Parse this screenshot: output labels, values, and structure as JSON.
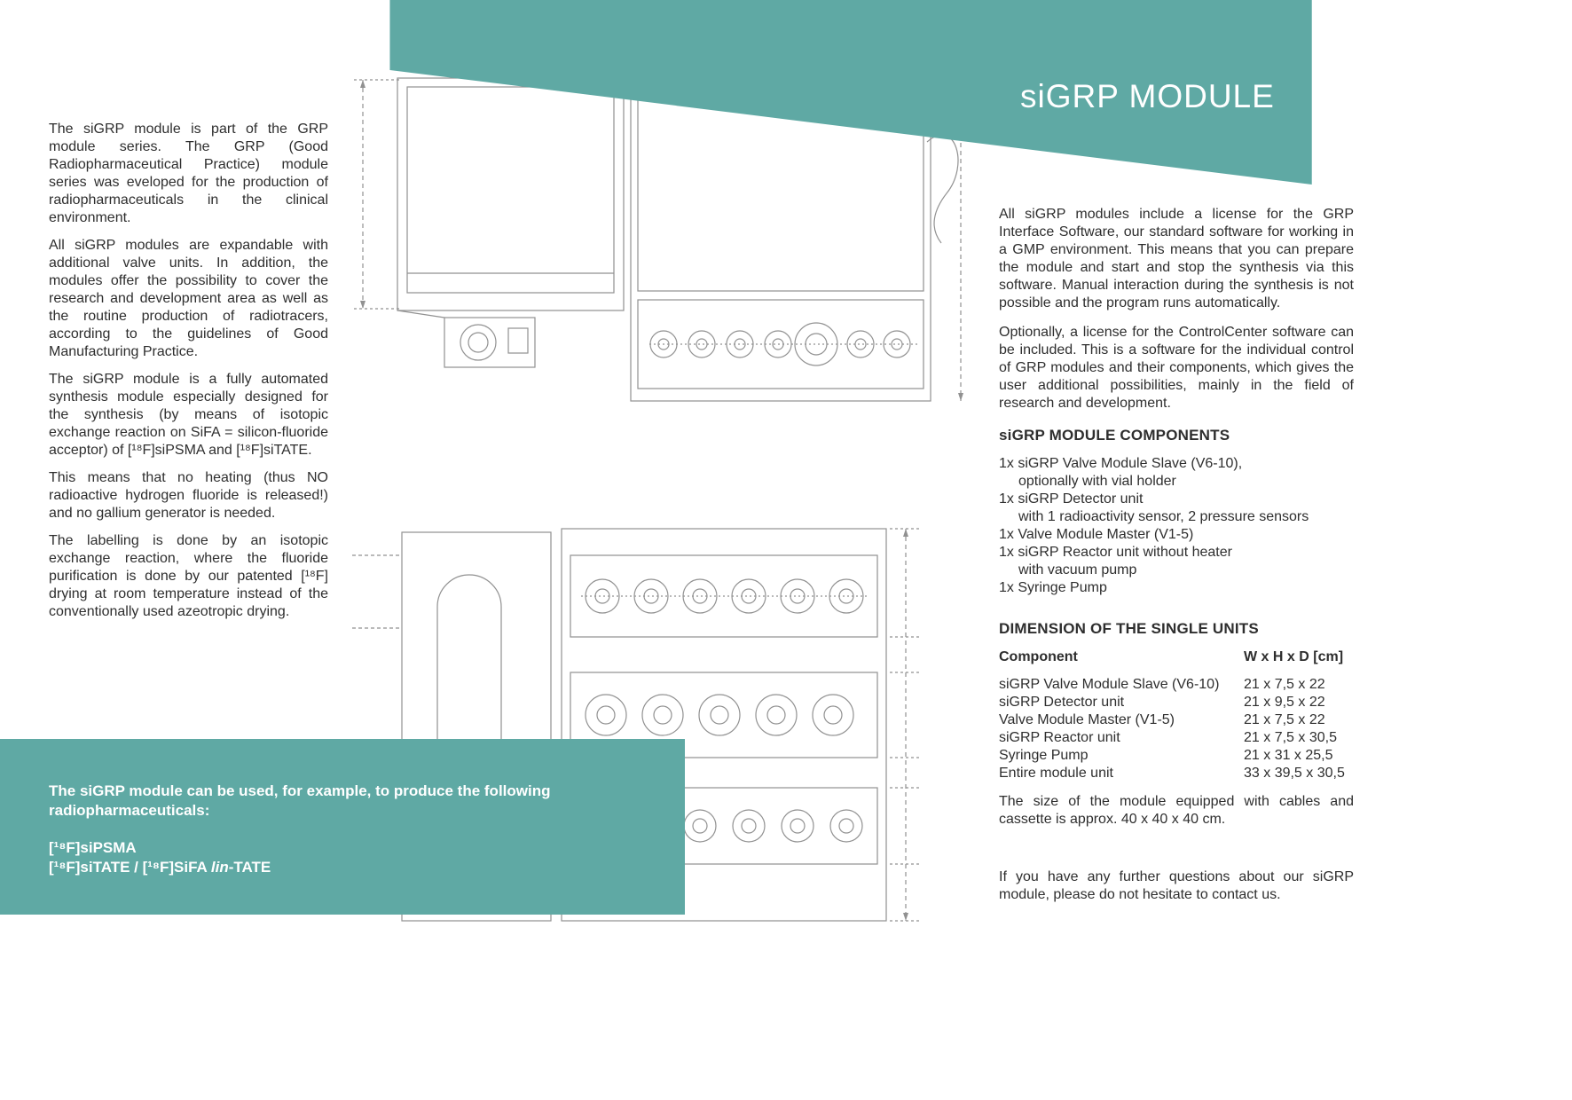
{
  "colors": {
    "accent_teal": "#5fa9a4",
    "text": "#2e2e2e",
    "title_on_teal": "#ffffff",
    "sketch_line": "#7a7a7a"
  },
  "page": {
    "title": "siGRP MODULE"
  },
  "left_column": {
    "paragraphs": [
      "The siGRP module is part of the GRP module series. The GRP (Good Radiopharmaceutical Practice) module series was eveloped for the production of radiopharmaceuticals in the clinical environment.",
      "All siGRP modules are expandable with additional valve units. In addition, the modules offer the possibility to cover the research and development area as well as the routine production of radiotracers, according to the guidelines of Good Manufacturing Practice.",
      "The siGRP module is a fully automated synthesis module especially designed for the synthesis (by means of isotopic exchange reaction on SiFA = silicon-fluoride acceptor) of [¹⁸F]siPSMA and [¹⁸F]siTATE.",
      "This means that no heating (thus NO radioactive hydrogen fluoride is released!) and no gallium generator is needed.",
      "The labelling is done by an isotopic exchange reaction, where the fluoride purification is done by our patented [¹⁸F] drying at room temperature instead of the conventionally used azeotropic drying."
    ]
  },
  "highlight_box": {
    "intro": "The siGRP module can be used, for example, to produce the following radiopharmaceuticals:",
    "compound_1": "[¹⁸F]siPSMA",
    "compound_2": {
      "pre": "[¹⁸F]siTATE / [¹⁸F]SiFA ",
      "italic": "lin",
      "post": "-TATE"
    }
  },
  "right_column": {
    "paragraphs": [
      "All siGRP modules include a license for the GRP Interface Software, our standard software for working in a GMP environment. This means that you can prepare the module and start and stop the synthesis via this software. Manual interaction during the synthesis is not possible and the program runs automatically.",
      "Optionally, a license for the ControlCenter software can be included. This is a software for the individual control of GRP modules and their components, which gives the user additional possibilities, mainly in the field of research and development."
    ],
    "components_heading": "siGRP MODULE COMPONENTS",
    "components": [
      {
        "text": "1x siGRP Valve Module Slave (V6-10),"
      },
      {
        "text": "optionally with vial holder"
      },
      {
        "text": "1x siGRP Detector unit"
      },
      {
        "text": "with 1 radioactivity sensor, 2 pressure sensors"
      },
      {
        "text": "1x Valve Module Master (V1-5)"
      },
      {
        "text": "1x siGRP Reactor unit without heater"
      },
      {
        "text": "with vacuum pump"
      },
      {
        "text": "1x Syringe Pump"
      }
    ],
    "dimensions_heading": "DIMENSION OF THE SINGLE UNITS",
    "table": {
      "header": {
        "component": "Component",
        "size": "W x H x D [cm]"
      },
      "rows": [
        {
          "component": "siGRP Valve Module Slave (V6-10)",
          "size": "21 x 7,5 x 22"
        },
        {
          "component": "siGRP Detector unit",
          "size": "21 x 9,5 x 22"
        },
        {
          "component": "Valve Module Master (V1-5)",
          "size": "21 x 7,5 x 22"
        },
        {
          "component": "siGRP Reactor unit",
          "size": "21 x 7,5 x 30,5"
        },
        {
          "component": "Syringe Pump",
          "size": "21 x 31 x 25,5"
        },
        {
          "component": "Entire module unit",
          "size": "33 x 39,5 x 30,5"
        }
      ]
    },
    "size_note": "The size of the module equipped with cables and cassette is approx. 40 x 40 x 40 cm.",
    "contact_note": "If you have any further questions about our siGRP module, please do not hesitate to contact us."
  }
}
